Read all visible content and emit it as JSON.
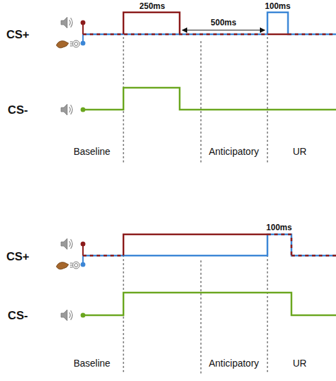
{
  "diagram": {
    "labels": [
      "250ms",
      "100ms",
      "CS+",
      "500ms",
      "CS-",
      "Baseline",
      "Anticipatory",
      "UR",
      "100ms",
      "CS+",
      "CS-",
      "Baseline",
      "Anticipatory",
      "UR"
    ]
  }
}
